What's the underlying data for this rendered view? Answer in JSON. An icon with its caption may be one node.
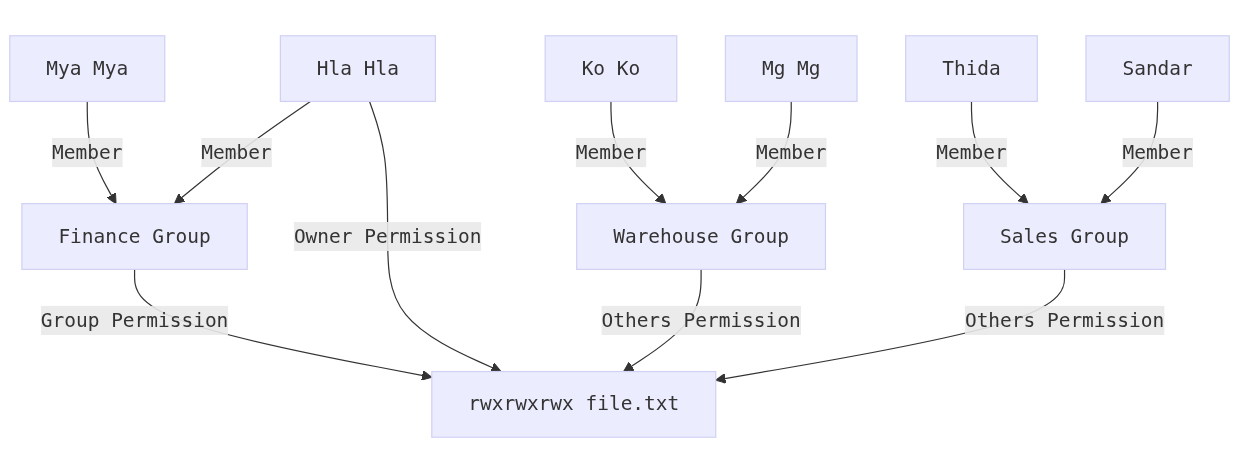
{
  "diagram": {
    "nodes": [
      {
        "text": [
          "Mya Mya"
        ]
      },
      {
        "text": [
          "Hla Hla"
        ]
      },
      {
        "text": [
          "Ko Ko"
        ]
      },
      {
        "text": [
          "Mg Mg"
        ]
      },
      {
        "text": [
          "Thida"
        ]
      },
      {
        "text": [
          "Sandar"
        ]
      },
      {
        "text": [
          "Finance Group"
        ]
      },
      {
        "text": [
          "Warehouse Group"
        ]
      },
      {
        "text": [
          "Sales Group"
        ]
      },
      {
        "text": [
          "rwxrwxrwx file.txt"
        ]
      }
    ],
    "edges": [
      {
        "from": 0,
        "to": 6,
        "arrow": "to",
        "label": "Member"
      },
      {
        "from": 1,
        "to": 6,
        "arrow": "to",
        "label": "Member"
      },
      {
        "from": 1,
        "to": 9,
        "arrow": "to",
        "label": "Owner Permission"
      },
      {
        "from": 2,
        "to": 7,
        "arrow": "to",
        "label": "Member"
      },
      {
        "from": 3,
        "to": 7,
        "arrow": "to",
        "label": "Member"
      },
      {
        "from": 4,
        "to": 8,
        "arrow": "to",
        "label": "Member"
      },
      {
        "from": 5,
        "to": 8,
        "arrow": "to",
        "label": "Member"
      },
      {
        "from": 6,
        "to": 9,
        "arrow": "to",
        "label": "Group Permission"
      },
      {
        "from": 7,
        "to": 9,
        "arrow": "to",
        "label": "Others Permission"
      },
      {
        "from": 8,
        "to": 9,
        "arrow": "to",
        "label": "Others Permission"
      }
    ]
  }
}
